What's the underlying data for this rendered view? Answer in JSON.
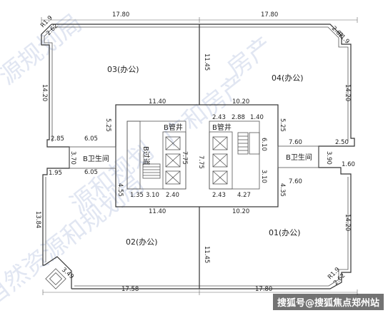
{
  "rooms": {
    "r03": "03(办公)",
    "r04": "04(办公)",
    "r02": "02(办公)",
    "r01": "01(办公)"
  },
  "labels": {
    "shaft_left": "B管井",
    "shaft_right": "B管井",
    "corridor": "B过道",
    "wc_left": "B卫生间",
    "wc_right": "B卫生间"
  },
  "dims": {
    "top_left": "17.80",
    "top_right": "17.80",
    "bottom_left": "17.58",
    "bottom_right": "17.80",
    "core_top_left": "11.40",
    "core_top_right": "10.20",
    "core_bottom_left": "11.40",
    "core_bottom_right": "10.20",
    "mid_top": "11.45",
    "mid_bottom": "11.45",
    "left_upper": "14.20",
    "right_upper": "14.20",
    "right_lower": "14.20",
    "left_lower": "13.84",
    "core_left_upper": "5.25",
    "core_right_upper": "5.25",
    "core_left_lower": "4.55",
    "core_right_lower": "4.35",
    "wc_l_top_a": "2.85",
    "wc_l_top_b": "6.05",
    "wc_l_bottom": "6.05",
    "wc_l_height": "3.70",
    "wc_l_step": "1.95",
    "wc_r_top_a": "7.60",
    "wc_r_top_b": "2.50",
    "wc_r_bottom": "7.60",
    "wc_r_height": "3.90",
    "wc_r_step": "1.60",
    "core_l_inner": "7.75",
    "core_r_inner": "7.75",
    "core_l_b1": "1.35",
    "core_l_b2": "3.10",
    "core_l_b3": "2.40",
    "core_r_t1": "2.43",
    "core_r_t2": "2.88",
    "core_r_t3": "1.40",
    "core_r_b1": "2.43",
    "core_r_b2": "4.27",
    "core_r_side_upper": "6.10",
    "core_r_side_lower": "3.10",
    "corner_tl_r": "R1.9",
    "corner_tl_c": "2.62",
    "corner_tr_r": "R1.9",
    "corner_tr_c": "2.62",
    "corner_br_r": "R1.9",
    "corner_br_c": "2.62",
    "corner_bl": "3.49"
  },
  "watermark": {
    "text_a": "源规划局",
    "text_b": "房产",
    "text_c": "源和规划",
    "text_d": "广和房产",
    "text_e": "自然资源和规划局"
  },
  "footer": "搜狐号@搜狐焦点郑州站"
}
